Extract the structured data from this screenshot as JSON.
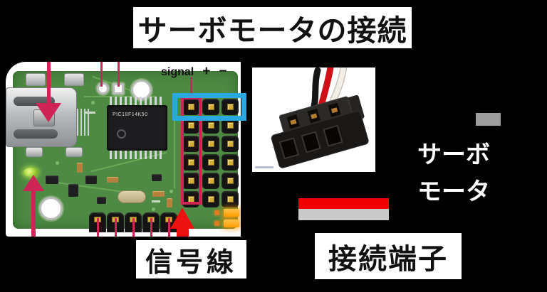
{
  "slide": {
    "title": "サーボモータの接続",
    "background": "#000000"
  },
  "pcb_photo": {
    "pin_labels": {
      "signal": "signal",
      "plus": "+",
      "minus": "−"
    },
    "chip_marking": "PIC18F14K50"
  },
  "annotations": {
    "signal_line_label": "信号線",
    "connector_label": "接続端子",
    "servo_label_line1": "サーボ",
    "servo_label_line2": "モータ"
  },
  "colors": {
    "highlight_box_blue": "#2AA9E1",
    "annotation_pink": "#CE2456",
    "arrow_red": "#ED1111",
    "terminal_stripe_red": "#F00000",
    "terminal_stripe_gray": "#C9C9C9",
    "servo_swatch_gray": "#9E9E9E",
    "pcb_green": "#4E8A44",
    "led_orange": "#FF9C00",
    "led_green": "#9ACD32",
    "wire_black": "#151515",
    "wire_red": "#CF1019",
    "wire_white": "#F3EFE7"
  }
}
